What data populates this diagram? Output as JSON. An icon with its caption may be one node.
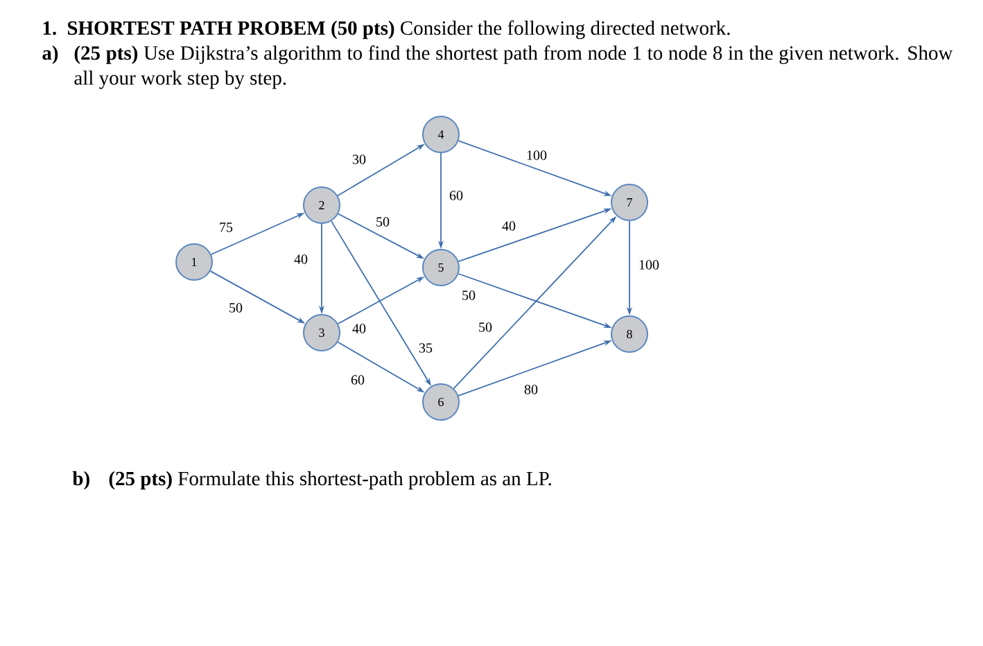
{
  "diagram": {
    "nodes": [
      {
        "text": [
          "1"
        ]
      },
      {
        "text": [
          "2"
        ]
      },
      {
        "text": [
          "3"
        ]
      },
      {
        "text": [
          "4"
        ]
      },
      {
        "text": [
          "5"
        ]
      },
      {
        "text": [
          "6"
        ]
      },
      {
        "text": [
          "7"
        ]
      },
      {
        "text": [
          "8"
        ]
      }
    ],
    "edges": [
      {
        "from": 0,
        "to": 1,
        "arrow": "to",
        "label": "75"
      },
      {
        "from": 0,
        "to": 2,
        "arrow": "to",
        "label": "50"
      },
      {
        "from": 1,
        "to": 3,
        "arrow": "to",
        "label": "30"
      },
      {
        "from": 1,
        "to": 2,
        "arrow": "to",
        "label": "40"
      },
      {
        "from": 1,
        "to": 4,
        "arrow": "to",
        "label": "50"
      },
      {
        "from": 2,
        "to": 4,
        "arrow": "to",
        "label": "40"
      },
      {
        "from": 1,
        "to": 5,
        "arrow": "to",
        "label": "35"
      },
      {
        "from": 2,
        "to": 5,
        "arrow": "to",
        "label": "60"
      },
      {
        "from": 3,
        "to": 4,
        "arrow": "to",
        "label": "60"
      },
      {
        "from": 3,
        "to": 6,
        "arrow": "to",
        "label": "100"
      },
      {
        "from": 4,
        "to": 6,
        "arrow": "to",
        "label": "40"
      },
      {
        "from": 4,
        "to": 7,
        "arrow": "to",
        "label": "50"
      },
      {
        "from": 5,
        "to": 6,
        "arrow": "to",
        "label": "50"
      },
      {
        "from": 5,
        "to": 7,
        "arrow": "to",
        "label": "80"
      },
      {
        "from": 6,
        "to": 7,
        "arrow": "to",
        "label": "100"
      }
    ],
    "labels": [
      "1.",
      "**SHORTEST PATH PROBEM (50 pts)** Consider the following directed network.",
      "a)",
      "**(25 pts)** Use Dijkstra’s algorithm to find the shortest path from node 1 to node 8 in the given network. Show all your work step by step.",
      "b)",
      "**(25 pts)** Formulate this shortest-path problem as an LP."
    ]
  }
}
